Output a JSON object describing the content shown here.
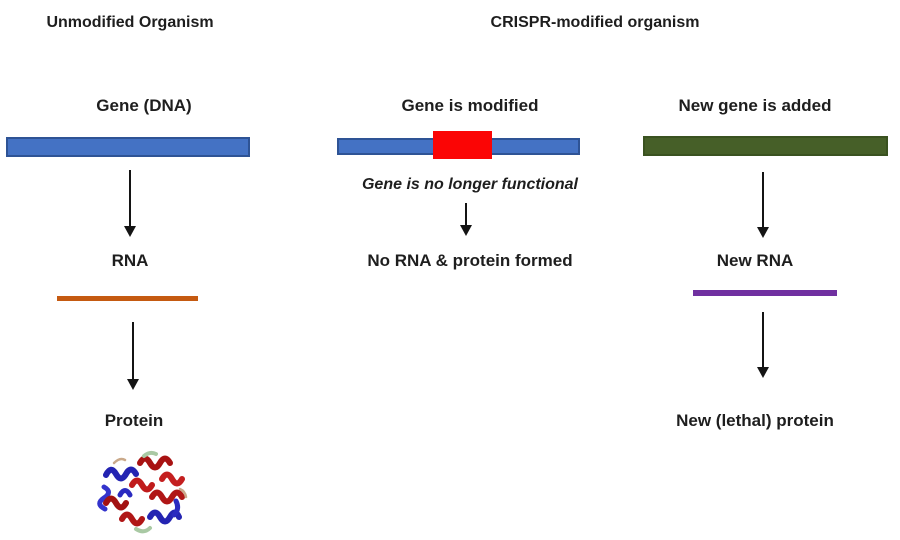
{
  "diagram": {
    "headers": {
      "unmodified": "Unmodified Organism",
      "crispr": "CRISPR-modified organism"
    },
    "unmodified_column": {
      "gene_label": "Gene (DNA)",
      "rna_label": "RNA",
      "protein_label": "Protein"
    },
    "modified_column": {
      "gene_label": "Gene is modified",
      "note": "Gene is no longer functional",
      "result_label": "No RNA & protein formed"
    },
    "new_gene_column": {
      "gene_label": "New gene is added",
      "rna_label": "New RNA",
      "protein_label": "New (lethal) protein"
    },
    "colors": {
      "dna_bar_blue": "#4472C4",
      "insert_red": "#FB0505",
      "new_gene_green": "#465F28",
      "rna_orange": "#C55A11",
      "new_rna_purple": "#7030A0"
    }
  }
}
